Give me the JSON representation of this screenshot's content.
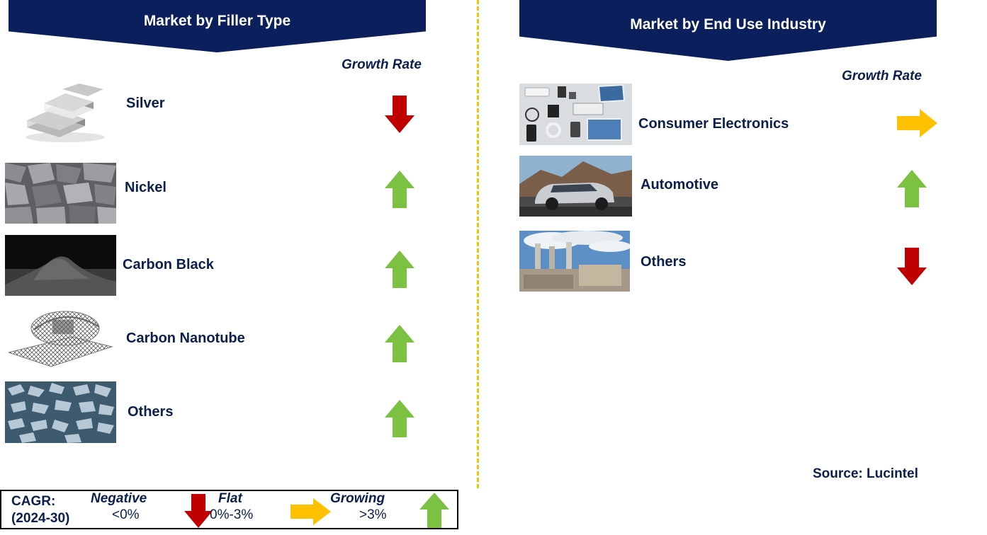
{
  "left": {
    "title": "Market by Filler Type",
    "growth_rate_label": "Growth Rate",
    "items": [
      {
        "label": "Silver",
        "trend": "down"
      },
      {
        "label": "Nickel",
        "trend": "up"
      },
      {
        "label": "Carbon Black",
        "trend": "up"
      },
      {
        "label": "Carbon Nanotube",
        "trend": "up"
      },
      {
        "label": "Others",
        "trend": "up"
      }
    ]
  },
  "right": {
    "title": "Market by End Use Industry",
    "growth_rate_label": "Growth Rate",
    "items": [
      {
        "label": "Consumer Electronics",
        "trend": "flat"
      },
      {
        "label": "Automotive",
        "trend": "up"
      },
      {
        "label": "Others",
        "trend": "down"
      }
    ]
  },
  "source": "Source: Lucintel",
  "legend": {
    "cagr_line1": "CAGR:",
    "cagr_line2": "(2024-30)",
    "negative_label": "Negative",
    "negative_range": "<0%",
    "flat_label": "Flat",
    "flat_range": "0%-3%",
    "growing_label": "Growing",
    "growing_range": ">3%"
  },
  "colors": {
    "banner": "#0a1f5c",
    "text": "#0b1f4e",
    "up": "#7cc142",
    "down": "#c00000",
    "flat": "#ffc000",
    "divider": "#f5c400"
  }
}
